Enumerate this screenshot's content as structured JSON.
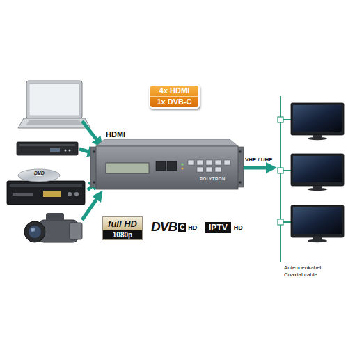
{
  "diagram": {
    "nodes": [
      {
        "text": [
          "4x HDMI",
          "1x DVB-C"
        ]
      },
      {
        "text": [
          "full HD",
          "1080p"
        ]
      },
      {
        "text": [
          "DVB",
          "C",
          "HD"
        ]
      },
      {
        "text": [
          "IPTV",
          "HD"
        ]
      }
    ],
    "labels": [
      "HDMI",
      "VHF / UHF",
      "DVD",
      "POLYTRON",
      "Antennenkabel",
      "Coaxial cable"
    ]
  }
}
